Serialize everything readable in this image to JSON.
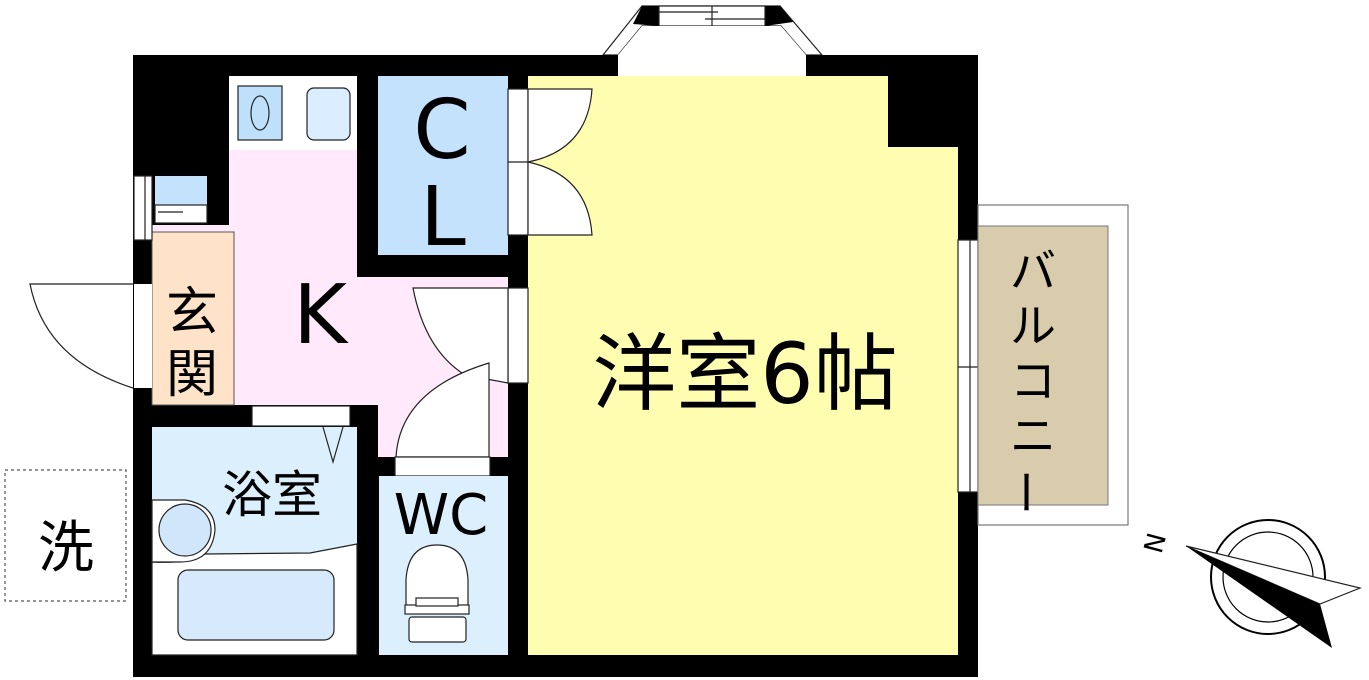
{
  "rooms": {
    "closet": {
      "label_1": "C",
      "label_2": "L"
    },
    "kitchen": {
      "label": "K"
    },
    "entrance": {
      "label_1": "玄",
      "label_2": "関"
    },
    "western_room": {
      "label": "洋室6帖"
    },
    "bathroom": {
      "label": "浴室"
    },
    "toilet": {
      "label": "WC"
    },
    "washer": {
      "label": "洗"
    },
    "balcony": {
      "chars": [
        "バ",
        "ル",
        "コ",
        "ニ",
        "ー"
      ]
    }
  },
  "compass": {
    "label": "N"
  },
  "colors": {
    "wall": "#000000",
    "kitchen": "#ffe9fb",
    "entrance": "#ffe3c9",
    "closet": "#c5e2fc",
    "western_room": "#fffdb0",
    "wet_area": "#dbeffd",
    "balcony": "#d8ccad"
  }
}
